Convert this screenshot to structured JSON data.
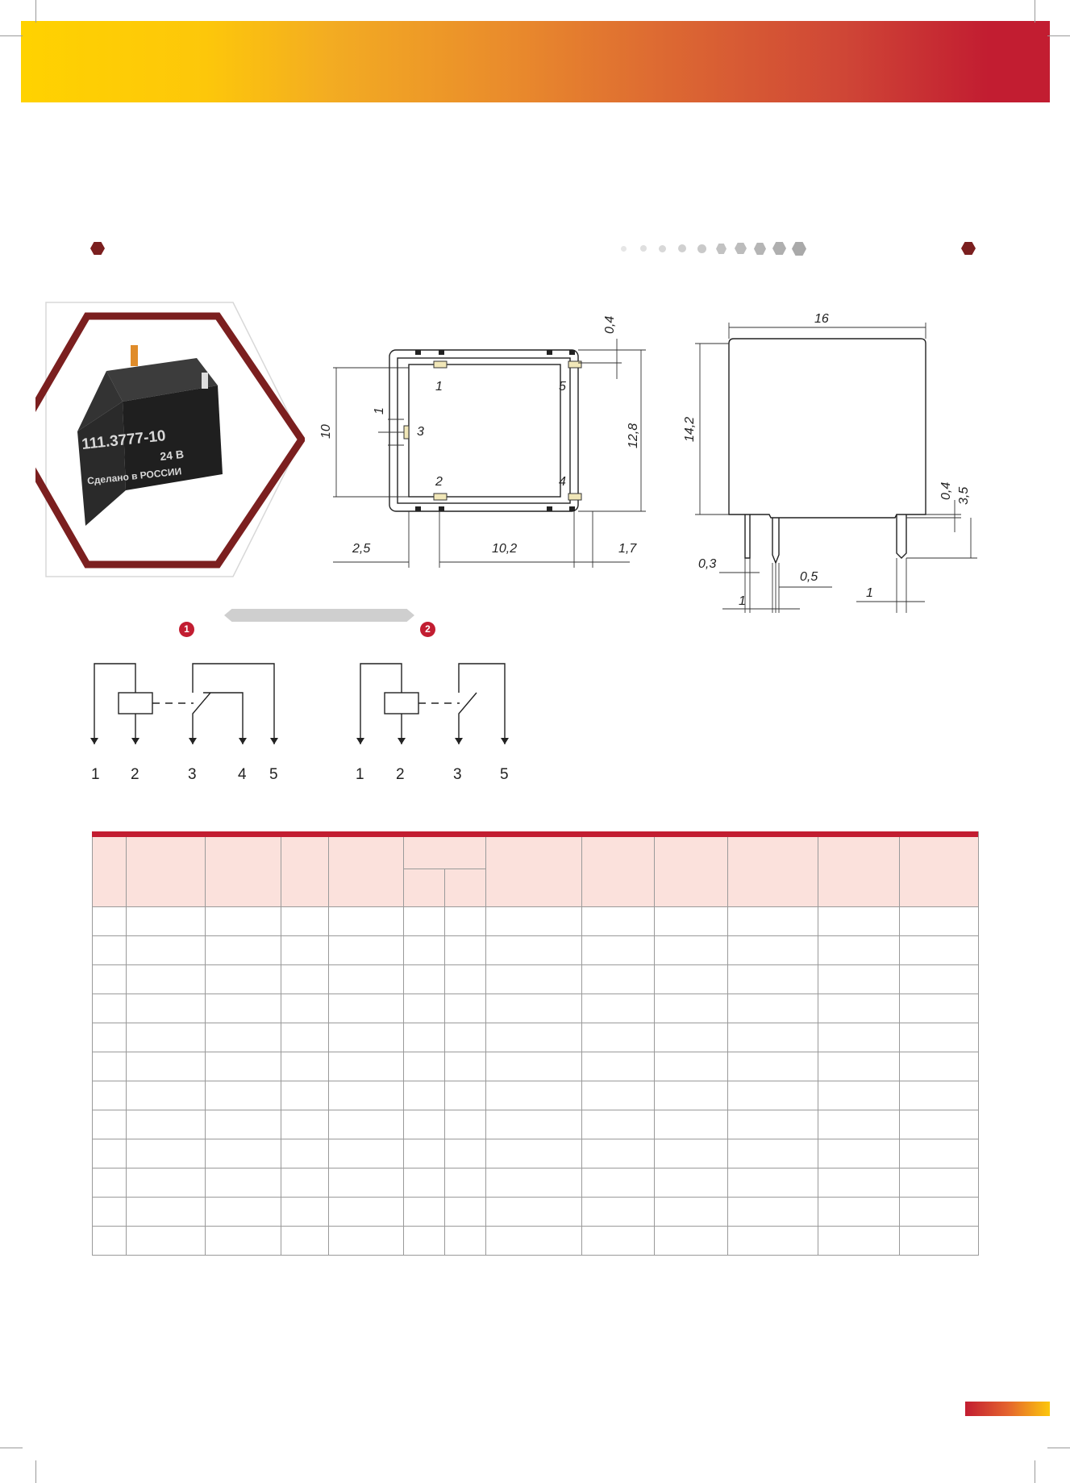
{
  "colors": {
    "banner_start": "#ffd200",
    "banner_end": "#c21d31",
    "accent_red": "#c21d31",
    "hex_marker": "#7b1f1f",
    "table_header_bg": "#fbe1dc"
  },
  "photo": {
    "marking_line1": "111.3777-10",
    "marking_line2": "24 В",
    "marking_line3": "Сделано в РОССИИ"
  },
  "drawing_top": {
    "dim_0_4": "0,4",
    "dim_10": "10",
    "dim_1": "1",
    "dim_12_8": "12,8",
    "dim_2_5": "2,5",
    "dim_10_2": "10,2",
    "dim_1_7": "1,7",
    "pin1": "1",
    "pin2": "2",
    "pin3": "3",
    "pin4": "4",
    "pin5": "5"
  },
  "drawing_side": {
    "dim_16": "16",
    "dim_14_2": "14,2",
    "dim_0_4": "0,4",
    "dim_3_5": "3,5",
    "dim_0_3": "0,3",
    "dim_0_5": "0,5",
    "dim_1a": "1",
    "dim_1b": "1"
  },
  "schematics": [
    {
      "badge": "1",
      "pins": [
        "1",
        "2",
        "3",
        "4",
        "5"
      ]
    },
    {
      "badge": "2",
      "pins": [
        "1",
        "2",
        "3",
        "5"
      ]
    }
  ],
  "table": {
    "rows": 12
  }
}
